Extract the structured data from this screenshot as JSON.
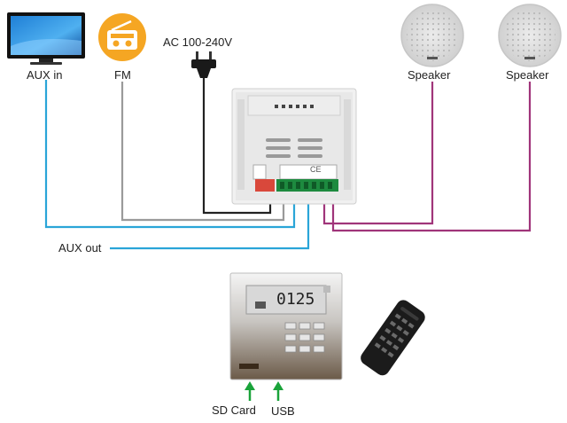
{
  "labels": {
    "aux_in": "AUX in",
    "fm": "FM",
    "ac": "AC 100-240V",
    "speaker_left": "Speaker",
    "speaker_right": "Speaker",
    "aux_out": "AUX out",
    "sd_card": "SD Card",
    "usb": "USB",
    "lcd_time": "0125",
    "amp_brand": "CE"
  },
  "colors": {
    "aux_in_wire": "#2aa5d8",
    "fm_wire": "#9a9a9a",
    "power_wire": "#222222",
    "speaker_wire": "#a0357a",
    "aux_out_wire": "#2aa5d8",
    "arrow": "#1aa33a",
    "radio_orange": "#f5a623"
  },
  "icons": [
    "tv-icon",
    "radio-icon",
    "power-plug-icon",
    "speaker-icon",
    "speaker-icon",
    "amplifier-module",
    "control-panel",
    "remote-control-icon",
    "arrow-up-icon",
    "arrow-up-icon"
  ]
}
